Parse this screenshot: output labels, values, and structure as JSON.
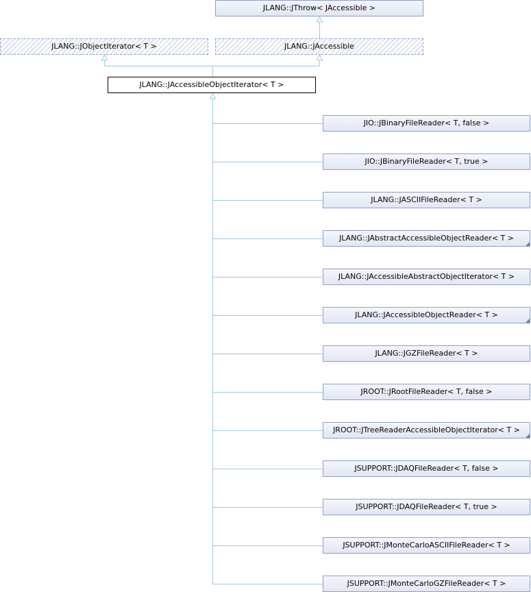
{
  "diagram": {
    "top_base": {
      "label": "JLANG::JThrow< JAccessible >"
    },
    "bases": [
      {
        "label": "JLANG::JObjectIterator< T >",
        "style": "virtual"
      },
      {
        "label": "JLANG::JAccessible",
        "style": "virtual"
      }
    ],
    "current": {
      "label": "JLANG::JAccessibleObjectIterator< T >"
    },
    "derived": [
      {
        "label": "JIO::JBinaryFileReader< T, false >",
        "has_more": false
      },
      {
        "label": "JIO::JBinaryFileReader< T, true >",
        "has_more": false
      },
      {
        "label": "JLANG::JASCIIFileReader< T >",
        "has_more": false
      },
      {
        "label": "JLANG::JAbstractAccessibleObjectReader< T >",
        "has_more": true
      },
      {
        "label": "JLANG::JAccessibleAbstractObjectIterator< T >",
        "has_more": false
      },
      {
        "label": "JLANG::JAccessibleObjectReader< T >",
        "has_more": true
      },
      {
        "label": "JLANG::JGZFileReader< T >",
        "has_more": false
      },
      {
        "label": "JROOT::JRootFileReader< T, false >",
        "has_more": false
      },
      {
        "label": "JROOT::JTreeReaderAccessibleObjectIterator< T >",
        "has_more": true
      },
      {
        "label": "JSUPPORT::JDAQFileReader< T, false >",
        "has_more": false
      },
      {
        "label": "JSUPPORT::JDAQFileReader< T, true >",
        "has_more": false
      },
      {
        "label": "JSUPPORT::JMonteCarloASCIIFileReader< T >",
        "has_more": false
      },
      {
        "label": "JSUPPORT::JMonteCarloGZFileReader< T >",
        "has_more": false
      }
    ],
    "colors": {
      "edge": "#9ccbe0",
      "node_border": "#8d9fc7",
      "node_fill_top": "#f4f6fb",
      "node_fill_bottom": "#e2e7f3",
      "current_border": "#000000"
    }
  }
}
